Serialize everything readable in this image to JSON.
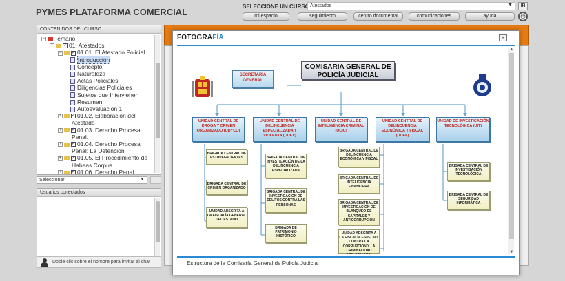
{
  "header": {
    "app_title": "PYMES PLATAFORMA COMERCIAL",
    "course_label": "SELECCIONE UN CURSO:",
    "course_value": "Atestados",
    "go_label": "IR",
    "nav": [
      "mi espacio",
      "seguimiento",
      "centro documental",
      "comunicaciones",
      "ayuda"
    ]
  },
  "sidebar": {
    "title": "CONTENIDOS DEL CURSO",
    "tree": [
      {
        "label": "Temario",
        "level": 0,
        "kind": "root"
      },
      {
        "label": "01. Atestados",
        "level": 1,
        "kind": "folder"
      },
      {
        "label": "01.01. El Atestado Policial",
        "level": 2,
        "kind": "folder"
      },
      {
        "label": "Introducción",
        "level": 3,
        "kind": "doc",
        "selected": true
      },
      {
        "label": "Concepto",
        "level": 3,
        "kind": "doc"
      },
      {
        "label": "Naturaleza",
        "level": 3,
        "kind": "doc"
      },
      {
        "label": "Actas Policiales",
        "level": 3,
        "kind": "doc"
      },
      {
        "label": "Diligencias Policiales",
        "level": 3,
        "kind": "doc"
      },
      {
        "label": "Sujetos que Intervienen",
        "level": 3,
        "kind": "doc"
      },
      {
        "label": "Resumen",
        "level": 3,
        "kind": "doc"
      },
      {
        "label": "Autoevaluación 1",
        "level": 3,
        "kind": "doc"
      },
      {
        "label": "01.02. Elaboración del",
        "level": 2,
        "kind": "folder"
      },
      {
        "label": "Atestado",
        "level": 2,
        "kind": "cont"
      },
      {
        "label": "01.03. Derecho Procesal",
        "level": 2,
        "kind": "folder"
      },
      {
        "label": "Penal.",
        "level": 2,
        "kind": "cont"
      },
      {
        "label": "01.04. Derecho Procesal",
        "level": 2,
        "kind": "folder"
      },
      {
        "label": "Penal: La Detención",
        "level": 2,
        "kind": "cont"
      },
      {
        "label": "01.05. El Procedimiento de",
        "level": 2,
        "kind": "folder"
      },
      {
        "label": "Habeas Corpus",
        "level": 2,
        "kind": "cont"
      },
      {
        "label": "01.06. Derecho Penal",
        "level": 2,
        "kind": "folder"
      }
    ],
    "selector_value": "Seleccionar",
    "users_title": "Usuarios conectados",
    "chat_hint": "Doble clic sobre el nombre para invitar al chat"
  },
  "modal": {
    "logo_main": "FOTOGRA",
    "logo_accent": "FÍA",
    "close_label": "×",
    "caption": "Estructura de la Comisaría General de Policía Judicial",
    "diagram": {
      "title": "COMISARÍA GENERAL DE POLICÍA JUDICIAL",
      "secretaria": "SECRETARÍA GENERAL",
      "units": [
        "UNIDAD CENTRAL DE DROGA Y CRIMEN ORGANIZADO (UDYCO)",
        "UNIDAD CENTRAL DE DELINCUENCIA ESPECIALIZADA Y VIOLENTA (UDEV)",
        "UNIDAD CENTRAL DE INTELIGENCIA CRIMINAL (UCIC)",
        "UNIDAD CENTRAL DE DELINCUENCIA ECONÓMICA Y FISCAL (UDEF)",
        "UNIDAD DE INVESTIGACIÓN TECNOLÓGICA (UIT)"
      ],
      "brigades": [
        [
          "BRIGADA CENTRAL DE ESTUPEFACIENTES",
          "BRIGADA CENTRAL DE CRIMEN ORGANIZADO",
          "UNIDAD ADSCRITA A LA FISCALÍA GENERAL DEL ESTADO"
        ],
        [
          "BRIGADA CENTRAL DE INVESTIGACIÓN DE LA DELINCUENCIA ESPECIALIZADA",
          "BRIGADA CENTRAL DE INVESTIGACIÓN DE DELITOS CONTRA LAS PERSONAS",
          "BRIGADA DE PATRIMONIO HISTÓRICO"
        ],
        [],
        [
          "BRIGADA CENTRAL DE DELINCUENCIA ECONÓMICA Y FISCAL",
          "BRIGADA CENTRAL DE INTELIGENCIA FINANCIERA",
          "BRIGADA CENTRAL DE INVESTIGACIÓN DE BLANQUEO DE CAPITALES Y ANTICORRUPCIÓN",
          "UNIDAD ADSCRITA A LA FISCALÍA ESPECIAL CONTRA LA CORRUPCIÓN Y LA CRIMINALIDAD ORGANIZADA"
        ],
        [
          "BRIGADA CENTRAL DE INVESTIGACIÓN TECNOLÓGICA",
          "BRIGADA CENTRAL DE SEGURIDAD INFORMÁTICA"
        ]
      ]
    }
  },
  "colors": {
    "accent": "#2a8bd0",
    "orange": "#e57b12",
    "unit_text": "#c0271f"
  }
}
